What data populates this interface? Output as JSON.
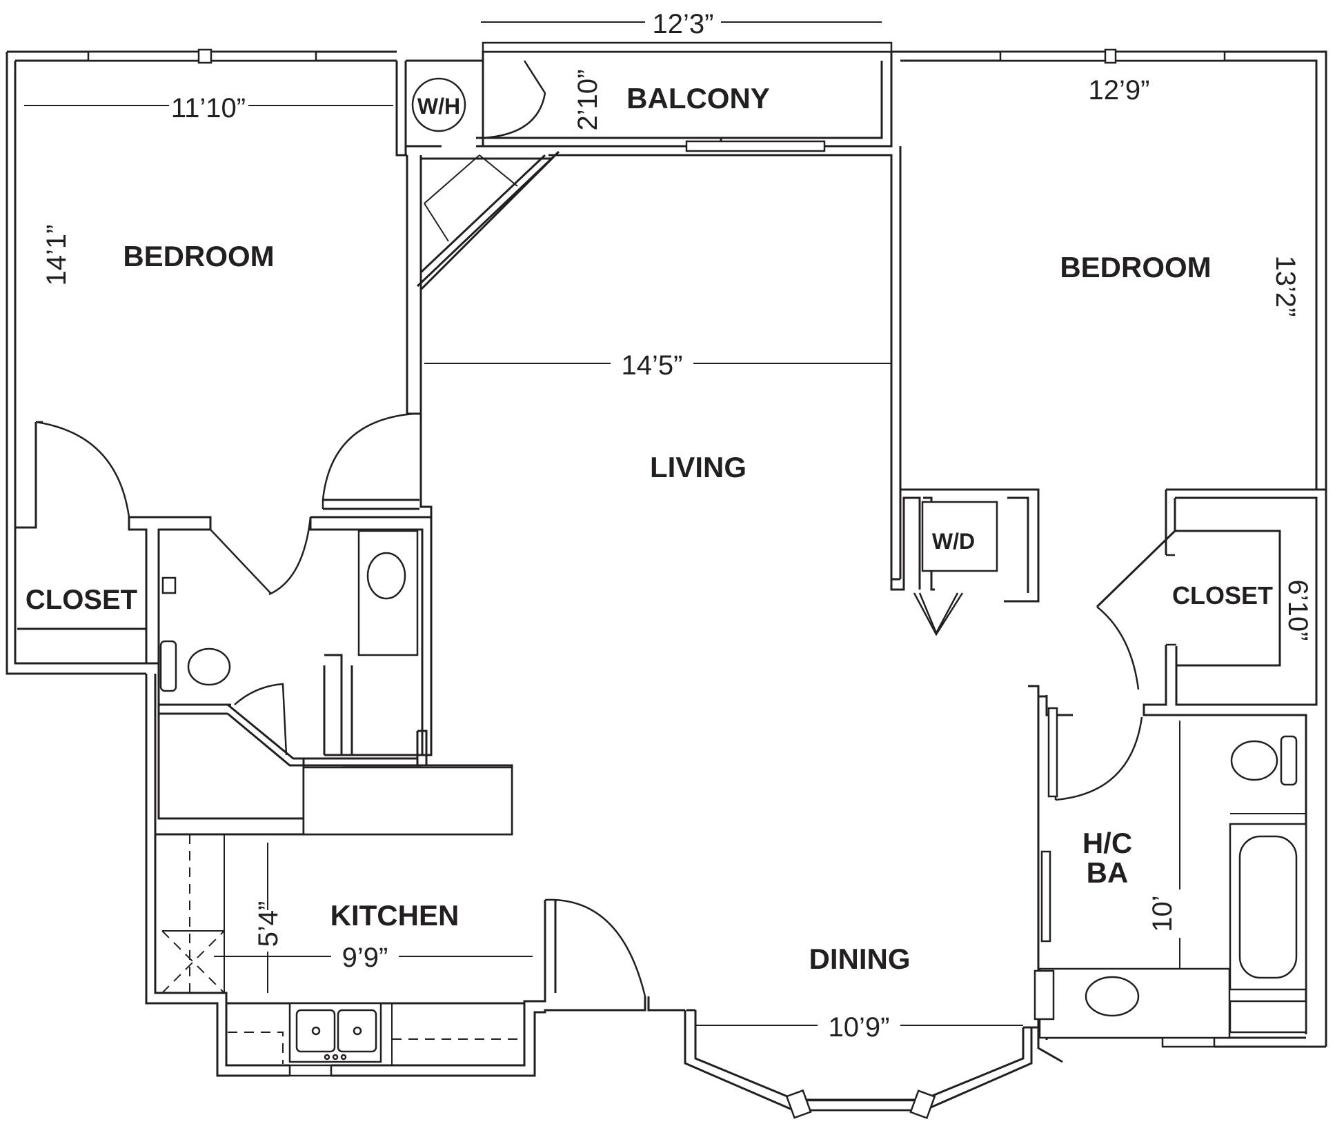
{
  "rooms": {
    "bedroom_left": "BEDROOM",
    "bedroom_right": "BEDROOM",
    "balcony": "BALCONY",
    "living": "LIVING",
    "dining": "DINING",
    "kitchen": "KITCHEN",
    "closet_left": "CLOSET",
    "closet_right": "CLOSET",
    "bath_line1": "H/C",
    "bath_line2": "BA",
    "water_heater": "W/H",
    "washer_dryer": "W/D"
  },
  "dimensions": {
    "balcony_width": "12’3”",
    "balcony_depth": "2’10”",
    "bedroom_left_width": "11’10”",
    "bedroom_left_depth": "14’1”",
    "bedroom_right_width": "12’9”",
    "bedroom_right_depth": "13’2”",
    "living_width": "14’5”",
    "closet_right_depth": "6’10”",
    "kitchen_depth": "5’4”",
    "kitchen_width": "9’9”",
    "dining_width": "10’9”",
    "bath_depth": "10’"
  }
}
